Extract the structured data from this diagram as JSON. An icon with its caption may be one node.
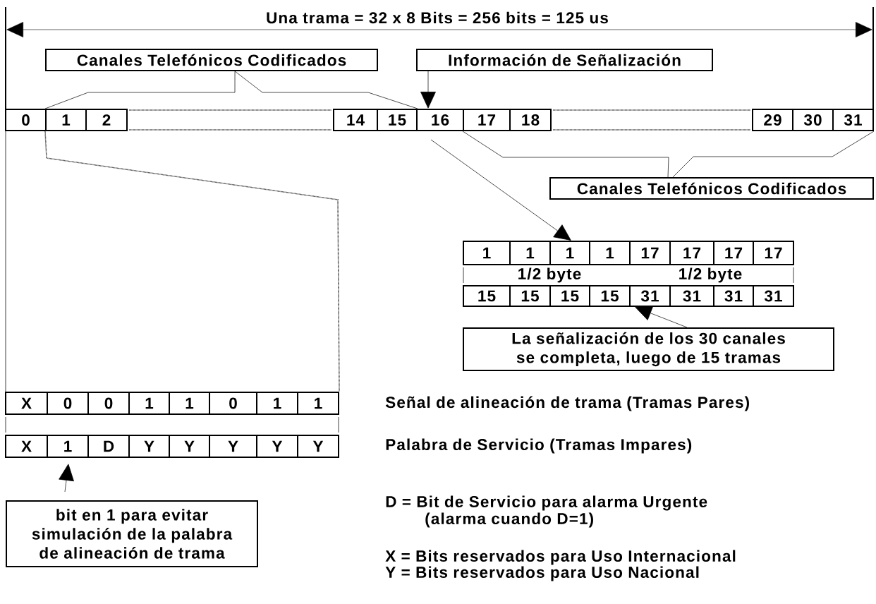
{
  "diagram": {
    "nodes": [
      {
        "text": [
          "Canales Telefónicos Codificados"
        ]
      },
      {
        "text": [
          "Información de Señalización"
        ]
      },
      {
        "text": [
          "0"
        ]
      },
      {
        "text": [
          "1"
        ]
      },
      {
        "text": [
          "2"
        ]
      },
      {
        "text": [
          "14"
        ]
      },
      {
        "text": [
          "15"
        ]
      },
      {
        "text": [
          "16"
        ]
      },
      {
        "text": [
          "17"
        ]
      },
      {
        "text": [
          "18"
        ]
      },
      {
        "text": [
          "29"
        ]
      },
      {
        "text": [
          "30"
        ]
      },
      {
        "text": [
          "31"
        ]
      },
      {
        "text": [
          "Canales Telefónicos Codificados"
        ]
      },
      {
        "text": [
          "1"
        ]
      },
      {
        "text": [
          "1"
        ]
      },
      {
        "text": [
          "1"
        ]
      },
      {
        "text": [
          "1"
        ]
      },
      {
        "text": [
          "17"
        ]
      },
      {
        "text": [
          "17"
        ]
      },
      {
        "text": [
          "17"
        ]
      },
      {
        "text": [
          "17"
        ]
      },
      {
        "text": [
          "15"
        ]
      },
      {
        "text": [
          "15"
        ]
      },
      {
        "text": [
          "15"
        ]
      },
      {
        "text": [
          "15"
        ]
      },
      {
        "text": [
          "31"
        ]
      },
      {
        "text": [
          "31"
        ]
      },
      {
        "text": [
          "31"
        ]
      },
      {
        "text": [
          "31"
        ]
      },
      {
        "text": [
          "La señalización de los 30 canales se completa, luego de 15 tramas"
        ]
      },
      {
        "text": [
          "X"
        ]
      },
      {
        "text": [
          "0"
        ]
      },
      {
        "text": [
          "0"
        ]
      },
      {
        "text": [
          "1"
        ]
      },
      {
        "text": [
          "1"
        ]
      },
      {
        "text": [
          "0"
        ]
      },
      {
        "text": [
          "1"
        ]
      },
      {
        "text": [
          "1"
        ]
      },
      {
        "text": [
          "X"
        ]
      },
      {
        "text": [
          "1"
        ]
      },
      {
        "text": [
          "D"
        ]
      },
      {
        "text": [
          "Y"
        ]
      },
      {
        "text": [
          "Y"
        ]
      },
      {
        "text": [
          "Y"
        ]
      },
      {
        "text": [
          "Y"
        ]
      },
      {
        "text": [
          "Y"
        ]
      },
      {
        "text": [
          "bit en 1 para evitar simulación de la palabra de alineación de trama"
        ]
      }
    ],
    "edges": [
      {
        "from": 0,
        "to": 3,
        "arrow": "none"
      },
      {
        "from": 0,
        "to": 6,
        "arrow": "none"
      },
      {
        "from": 1,
        "to": 7,
        "arrow": "to"
      },
      {
        "from": 13,
        "to": 8,
        "arrow": "none"
      },
      {
        "from": 13,
        "to": 12,
        "arrow": "none"
      },
      {
        "from": 7,
        "to": 16,
        "arrow": "to"
      },
      {
        "from": 30,
        "to": 26,
        "arrow": "to"
      },
      {
        "from": 47,
        "to": 40,
        "arrow": "to"
      },
      {
        "from": 2,
        "to": 31,
        "arrow": "none",
        "style": "dashed"
      },
      {
        "from": 3,
        "to": 38,
        "arrow": "none",
        "style": "dashed"
      }
    ],
    "labels": [
      "Una trama = 32 x 8 Bits = 256 bits = 125 us",
      "1/2 byte",
      "1/2 byte",
      "Señal de alineación de trama (Tramas Pares)",
      "Palabra de Servicio (Tramas Impares)",
      "D = Bit de Servicio para alarma Urgente",
      "(alarma cuando D=1)",
      "X = Bits reservados para Uso Internacional",
      "Y = Bits reservados para Uso Nacional"
    ]
  }
}
